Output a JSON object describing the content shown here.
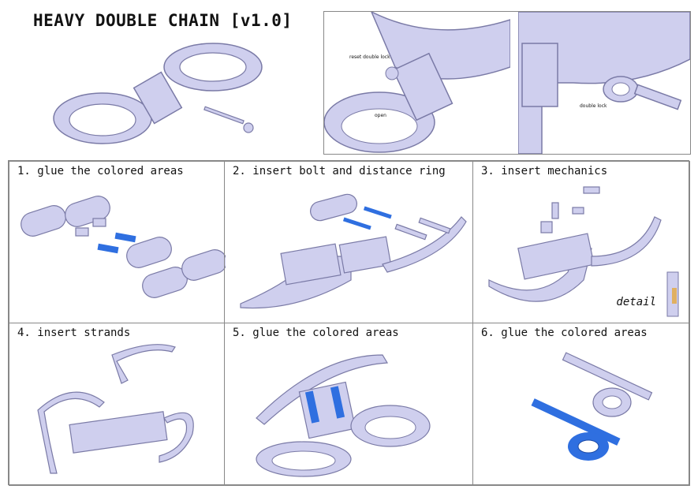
{
  "title": "HEAVY DOUBLE CHAIN [v1.0]",
  "callouts": {
    "reset": "reset double lock",
    "open": "open",
    "double_lock": "double lock"
  },
  "steps": [
    {
      "label": "1. glue the colored areas"
    },
    {
      "label": "2. insert bolt and distance ring"
    },
    {
      "label": "3. insert mechanics",
      "extra": "detail"
    },
    {
      "label": "4. insert strands"
    },
    {
      "label": "5. glue the colored areas"
    },
    {
      "label": "6. glue the colored areas"
    }
  ],
  "colors": {
    "part_fill": "#cfcfee",
    "part_stroke": "#7a7aa6",
    "glue_blue": "#2f6fe0",
    "border": "#888888"
  }
}
